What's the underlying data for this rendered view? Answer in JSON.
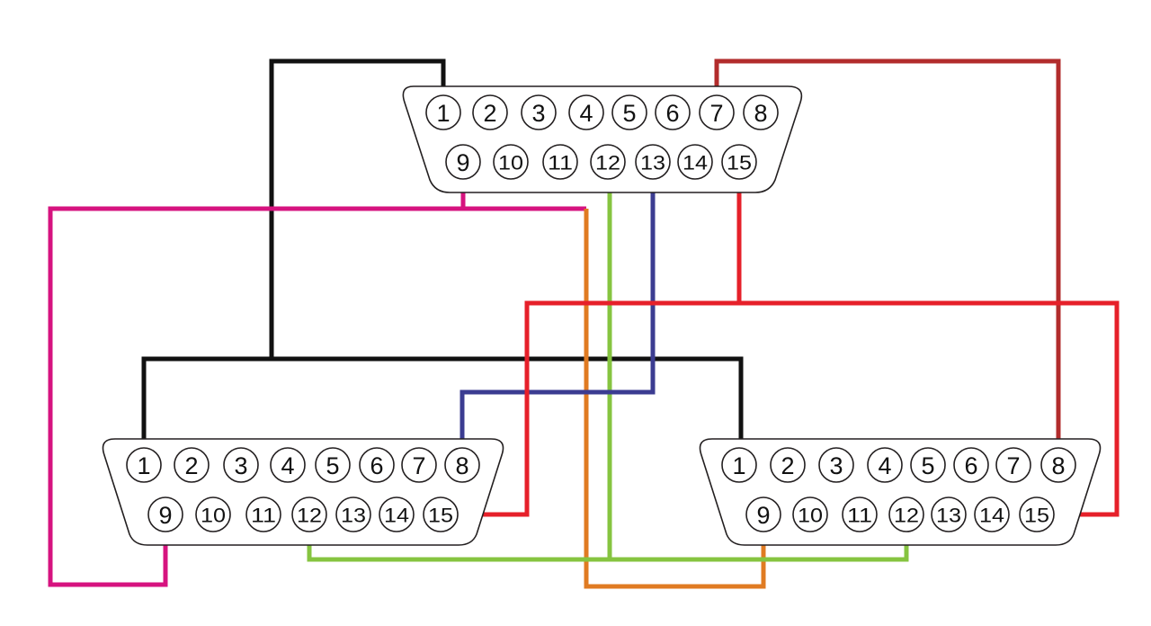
{
  "connectors": [
    {
      "id": "top",
      "top_row": [
        "1",
        "2",
        "3",
        "4",
        "5",
        "6",
        "7",
        "8"
      ],
      "bottom_row": [
        "9",
        "10",
        "11",
        "12",
        "13",
        "14",
        "15"
      ]
    },
    {
      "id": "left",
      "top_row": [
        "1",
        "2",
        "3",
        "4",
        "5",
        "6",
        "7",
        "8"
      ],
      "bottom_row": [
        "9",
        "10",
        "11",
        "12",
        "13",
        "14",
        "15"
      ]
    },
    {
      "id": "right",
      "top_row": [
        "1",
        "2",
        "3",
        "4",
        "5",
        "6",
        "7",
        "8"
      ],
      "bottom_row": [
        "9",
        "10",
        "11",
        "12",
        "13",
        "14",
        "15"
      ]
    }
  ],
  "wires": [
    {
      "name": "black",
      "color": "#111111",
      "pins": [
        "top:1",
        "left:1",
        "right:1"
      ]
    },
    {
      "name": "dark-red",
      "color": "#b22c2c",
      "pins": [
        "top:7",
        "right:8"
      ]
    },
    {
      "name": "magenta",
      "color": "#d6137f",
      "pins": [
        "top:9",
        "left:9"
      ]
    },
    {
      "name": "orange",
      "color": "#e07b22",
      "pins": [
        "top:9",
        "right:9"
      ]
    },
    {
      "name": "green",
      "color": "#86c440",
      "pins": [
        "top:12",
        "left:12",
        "right:12"
      ]
    },
    {
      "name": "blue",
      "color": "#3b3c91",
      "pins": [
        "top:13",
        "left:8"
      ]
    },
    {
      "name": "red",
      "color": "#e6202a",
      "pins": [
        "top:15",
        "left:15",
        "right:15"
      ]
    }
  ]
}
